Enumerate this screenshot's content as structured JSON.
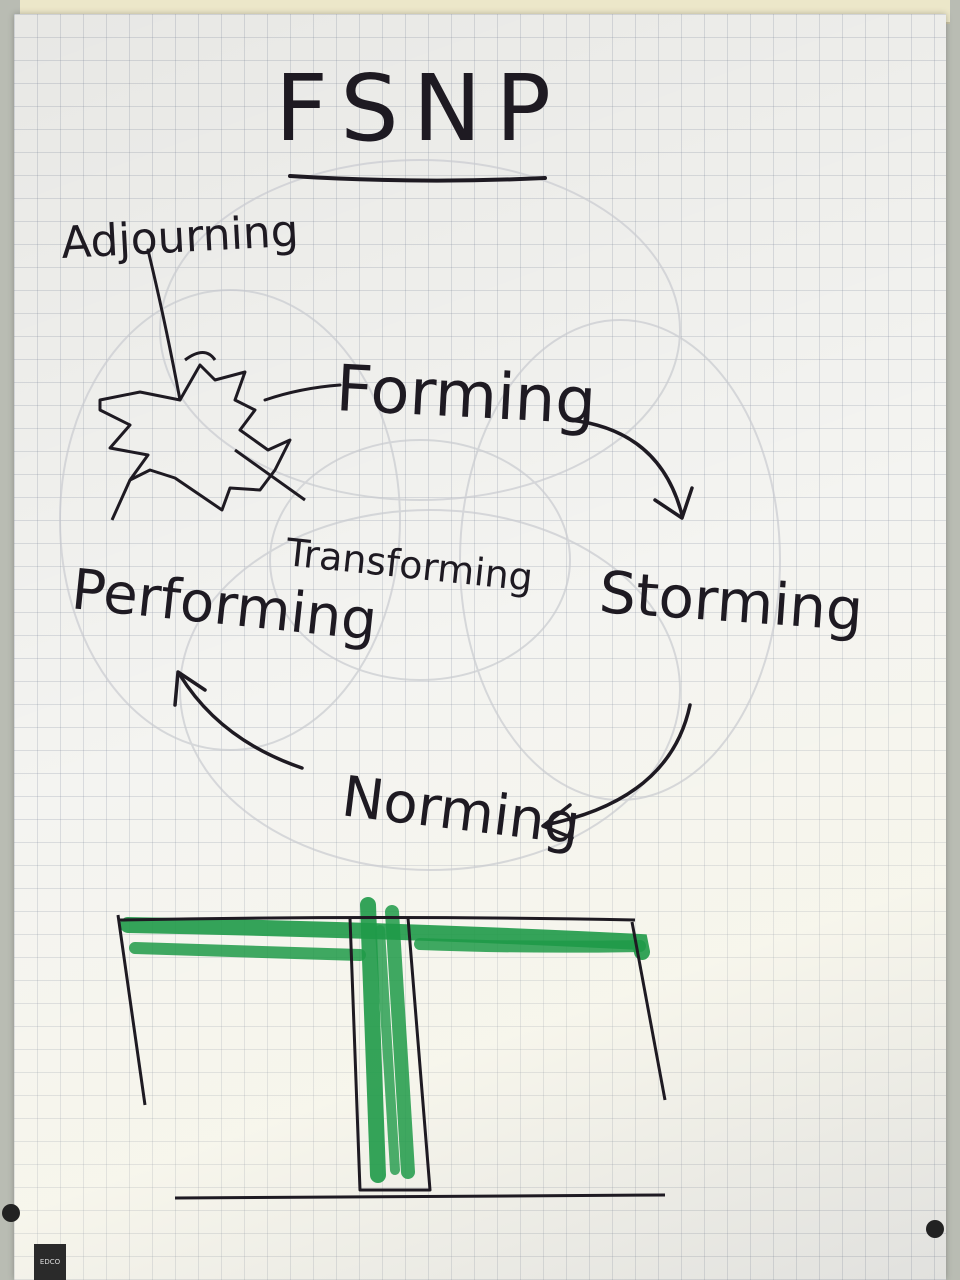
{
  "title": "FSNP",
  "stages": {
    "adjourning": "Adjourning",
    "forming": "Forming",
    "storming": "Storming",
    "norming": "Norming",
    "performing": "Performing",
    "transforming": "Transforming"
  },
  "colors": {
    "ink": "#1e1a22",
    "marker_green": "#1f9a48",
    "paper": "#f4f4f1",
    "grid": "#a9b2c4"
  },
  "brand_tag": "EDCO"
}
